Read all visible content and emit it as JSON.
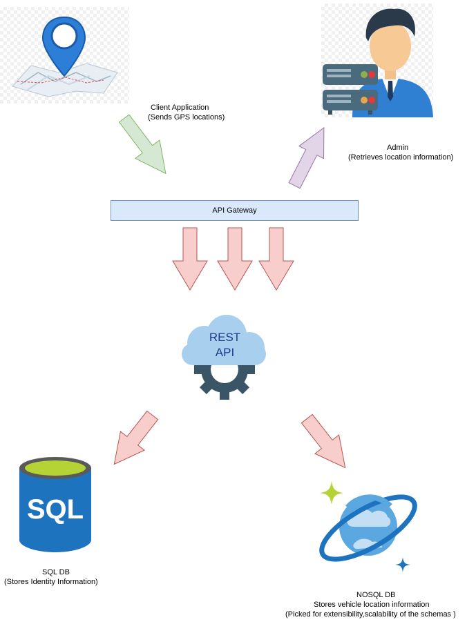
{
  "client": {
    "title": "Client Application",
    "subtitle": "(Sends GPS locations)"
  },
  "admin": {
    "title": "Admin",
    "subtitle": "(Retrieves location information)"
  },
  "gateway": {
    "label": "API Gateway"
  },
  "rest_api": {
    "line1": "REST",
    "line2": "API"
  },
  "sql_db": {
    "icon_text": "SQL",
    "title": "SQL DB",
    "subtitle": "(Stores Identity Information)"
  },
  "nosql_db": {
    "title": "NOSQL DB",
    "subtitle": "Stores vehicle location information",
    "note": "(Picked for extensibility,scalability of the schemas )"
  },
  "colors": {
    "gateway_fill": "#dae8fc",
    "gateway_border": "#6c8ebf",
    "green_arrow": "#d5e8d4",
    "purple_arrow": "#e1d5e7",
    "red_arrow": "#f8cecc",
    "sql_blue": "#1e73be",
    "sql_top": "#b5d334",
    "cosmos_blue": "#1e73be",
    "cloud_blue": "#a9cfee",
    "gear_dark": "#3a5566"
  }
}
